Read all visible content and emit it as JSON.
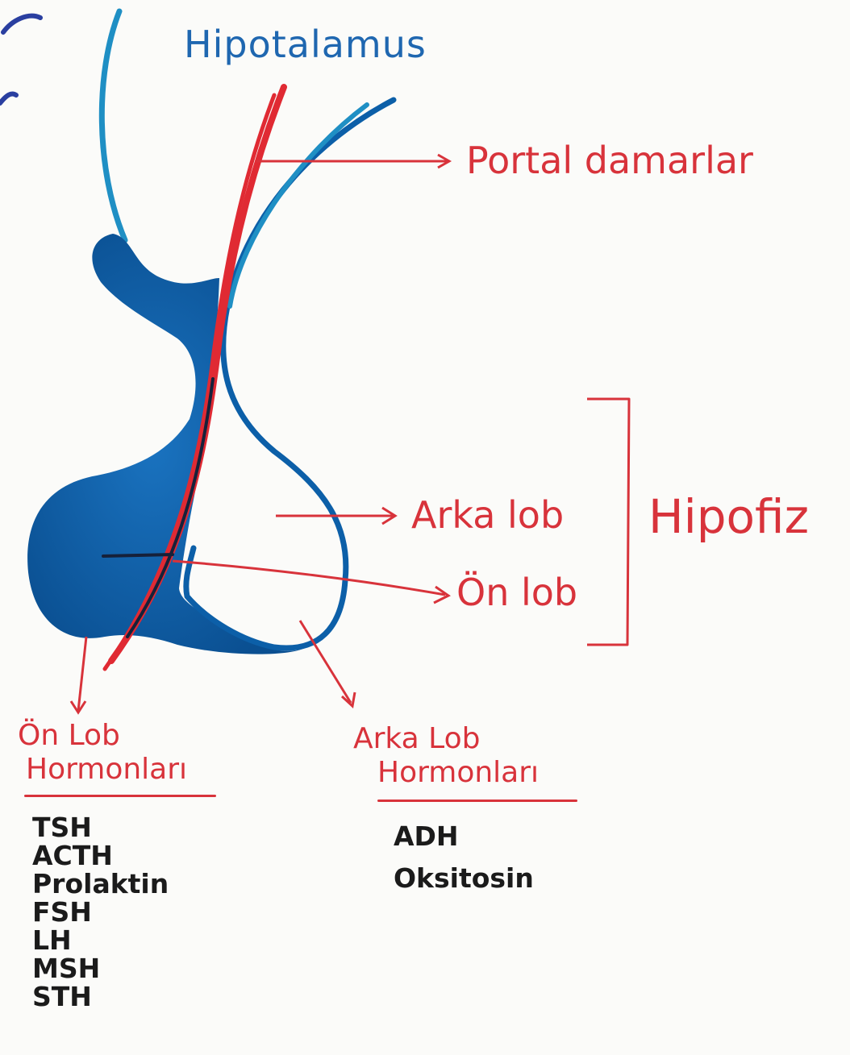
{
  "labels": {
    "hypothalamus": "Hipotalamus",
    "portal_vessels": "Portal damarlar",
    "posterior_lobe": "Arka lob",
    "anterior_lobe": "Ön lob",
    "pituitary": "Hipofiz"
  },
  "anterior_group": {
    "title_line1": "Ön Lob",
    "title_line2": "Hormonları",
    "hormones": [
      "TSH",
      "ACTH",
      "Prolaktin",
      "FSH",
      "LH",
      "MSH",
      "STH"
    ]
  },
  "posterior_group": {
    "title_line1": "Arka Lob",
    "title_line2": "Hormonları",
    "hormones": [
      "ADH",
      "Oksitosin"
    ]
  },
  "colors": {
    "gland_blue": "#0b5aa0",
    "outline_blue": "#1f8fc4",
    "red": "#d8333b",
    "ink": "#1b1b1b"
  }
}
